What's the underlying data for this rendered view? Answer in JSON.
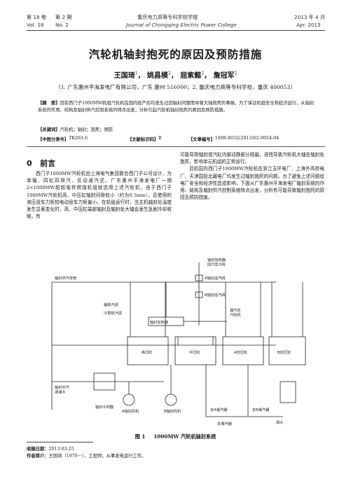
{
  "header": {
    "volume": "第 18 卷",
    "issue": "第 2 期",
    "journal_cn": "重庆电力高等专科学校学报",
    "date_cn": "2013 年 4 月",
    "vol_en": "Vol. 18",
    "no_en": "No. 2",
    "journal_en": "Journal of Chongqing Electric Power College",
    "date_en": "Apr. 2013"
  },
  "article": {
    "title": "汽轮机轴封抱死的原因及预防措施",
    "authors": [
      {
        "name": "王国琦",
        "mark": "1",
        "sep": "，"
      },
      {
        "name": "姚昌模",
        "mark": "2",
        "sep": "，"
      },
      {
        "name": "屈紫懿",
        "mark": "2",
        "sep": "，"
      },
      {
        "name": "詹冠军",
        "mark": "2",
        "sep": ""
      }
    ],
    "affiliation": "（1. 广东惠州平海发电厂有限公司，广东 惠州 516000；2. 重庆电力高等专科学校，重庆 400053）"
  },
  "abstract": {
    "label": "【摘　要】",
    "text": "目前西门子1000MW机组汽轮机在国内投产后均发生过因轴封问题而导致大轴抱死的事故。为了保证机组安全和经济运行，从轴封系统的作用、结构及轴封供汽控制系统的特点出发，分析引起汽轮机轴封抱死的原因及预防措施。",
    "keywords_label": "【关键词】",
    "keywords": "汽轮机；轴封；抱死；预防",
    "clc_label": "【中图分类号】",
    "clc": "TK263.6",
    "doc_code_label": "【文献标识码】",
    "doc_code": "B",
    "article_no_label": "【文章编号】",
    "article_no": "1008-8032(2013)02-0054-04"
  },
  "section": {
    "number": "0",
    "title": "前言"
  },
  "body": {
    "left_p1": "西门子1000MW汽轮机由上海电气集团联合西门子公司设计，为单轴、四缸四排汽、反动凝汽式。广东惠州平海发电厂一期2×1000MW超超临界燃煤机组就选用上述汽轮机，由于西门子1000MW汽轮机高、中压缸轴封间隙较小（约为0.3mm），且使用的液压盘车力矩较电动盘车力矩偏小。在机组运行时，当主机轴封处温度发生显著变化时，高、中压缸端部轴封及轴封处大轴会发生急剧冷却收缩，有",
    "right_p1": "可能导致轴封或汽缸内部动静部分碰磨，进而导致汽轮机大轴在轴封处抱死，影响单元机组的正常运行。",
    "right_p2": "目前国内西门子1000MW汽轮机在浙江玉环电厂、上海外高桥电厂、天津国投北疆电厂均发生过轴封抱死的问题。为了避免上述问题给电厂安全和经济性造成影响，下面从广东惠州平海发电厂轴封系统的作用、结构及轴封供汽控制系统特点出发，分析有可能导致轴封抱死的原因及预防措施。"
  },
  "figure": {
    "number": "图 1",
    "caption": "1000MW 汽轮机轴封系统",
    "labels": {
      "cold_reheat": "轴封加热器\n回汽至冷段",
      "header_valve": "A轴加溢汽阀",
      "b_valve": "B轴加溢汽阀",
      "steam_supply": "轴封供汽母管",
      "gland_heater": "轴封加热器",
      "leak_steam": "漏汽至\n汽轮机",
      "aux_steam": "辅助汽源",
      "cold_reheat_src": "冷再热汽源",
      "hp": "高压缸",
      "ip": "中压缸",
      "lpa": "A低压缸",
      "lpb": "B低压缸",
      "desuper": "轴封供汽\n减温水",
      "fan_a": "A轴加风机",
      "fan_b": "B轴加风机",
      "drain": "疏水",
      "condenser": "去凝汽器",
      "cooler": "轴封冷却器",
      "to_condenser_a": "去A凝汽器",
      "to_condenser_b": "去B凝汽器"
    }
  },
  "footnote": {
    "received_label": "收稿日期：",
    "received": "2013-03-25",
    "author_label": "作者简介：",
    "author": "王国琦（1979－），工程师，从事发电运行工作。"
  }
}
